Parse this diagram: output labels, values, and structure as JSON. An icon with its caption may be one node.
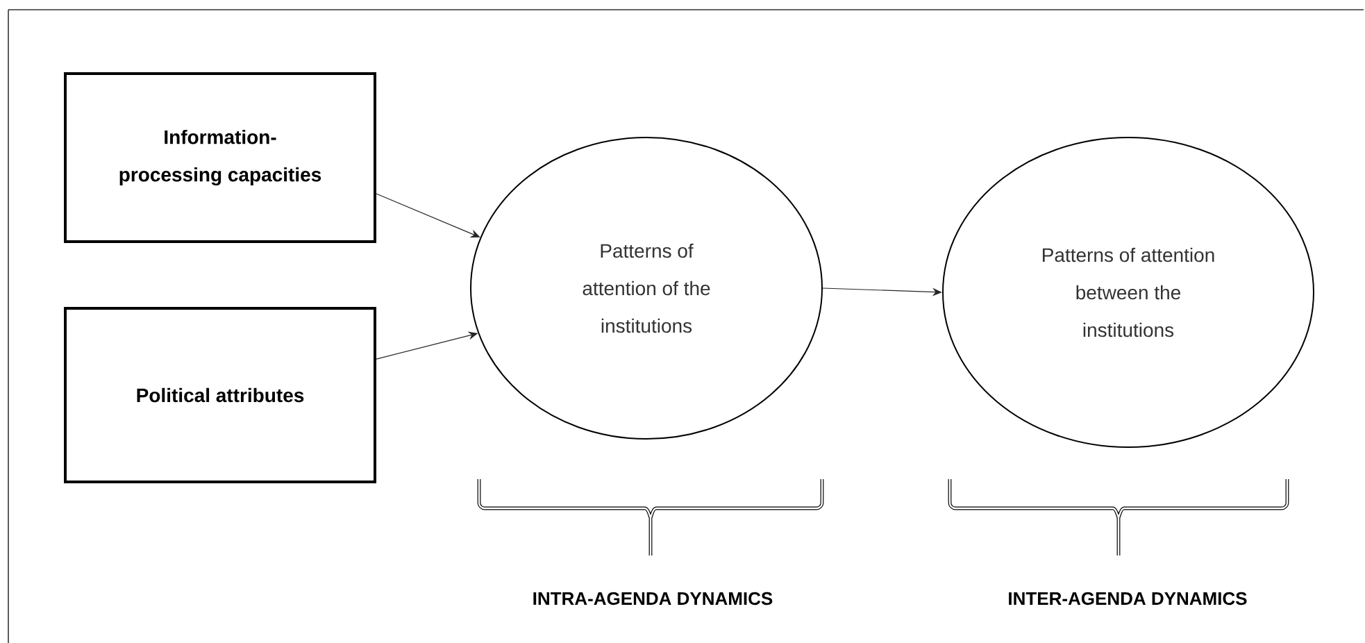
{
  "diagram": {
    "nodes": [
      {
        "text": [
          "Information-processing capacities"
        ]
      },
      {
        "text": [
          "Political attributes"
        ]
      },
      {
        "text": [
          "Patterns of attention of the institutions"
        ]
      },
      {
        "text": [
          "Patterns of attention between the institutions"
        ]
      }
    ],
    "edges": [
      {
        "from": 0,
        "to": 2,
        "arrow": "to"
      },
      {
        "from": 1,
        "to": 2,
        "arrow": "to"
      },
      {
        "from": 2,
        "to": 3,
        "arrow": "to"
      }
    ],
    "labels": [
      "INTRA-AGENDA DYNAMICS",
      "INTER-AGENDA DYNAMICS"
    ]
  }
}
